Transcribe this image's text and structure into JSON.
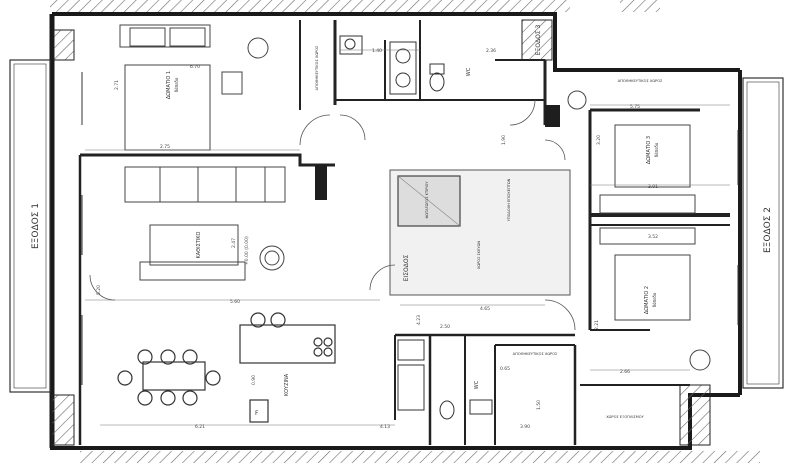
{
  "rooms": {
    "bedroom1": {
      "name": "ΔΩΜΑΤΙΟ 1",
      "sub": "δάπεδο"
    },
    "bedroom2": {
      "name": "ΔΩΜΑΤΙΟ 2",
      "sub": "δάπεδο"
    },
    "bedroom3": {
      "name": "ΔΩΜΑΤΙΟ 3",
      "sub": "δάπεδο"
    },
    "living": {
      "name": "ΚΑΘΙΣΤΙΚΟ"
    },
    "kitchen": {
      "name": "ΚΟΥΖΙΝΑ"
    },
    "wc_top": {
      "name": "WC"
    },
    "wc_bottom": {
      "name": "WC"
    },
    "storage_top": {
      "name": "ΑΠΟΘΗΚΕΥΤΙΚΟΣ ΧΩΡΟΣ"
    },
    "storage_bottom": {
      "name": "ΑΠΟΘΗΚΕΥΤΙΚΟΣ ΧΩΡΟΣ"
    },
    "storage_right": {
      "name": "ΑΠΟΘΗΚΕΥΤΙΚΟΣ ΧΩΡΟΣ"
    },
    "entrance": {
      "name": "ΕΙΣΟΔΟΣ"
    },
    "reception": {
      "name": "ΥΠΟΔΟΧΗ ΕΠΙΣΚΕΠΤΩΝ"
    },
    "shaft": {
      "name": "ΦΩΤΑΓΩΓΟΣ ΚΤΙΡΙΟΥ"
    },
    "utility": {
      "name": "ΧΩΡΟΣ ΣΚΕΥΩΝ"
    },
    "closet": {
      "name": "ΧΩΡΟΣ ΕΞΟΠΛΙΣΜΟΥ"
    }
  },
  "exits": {
    "exit1": "ΕΞΟΔΟΣ 1",
    "exit2": "ΕΞΟΔΟΣ 2",
    "exit3": "ΕΞΟΔΟΣ 3"
  },
  "dimensions": {
    "d1": "6.70",
    "d2": "2.71",
    "d3": "1.40",
    "d4": "2.36",
    "d5": "5.75",
    "d6": "3.20",
    "d7": "3.01",
    "d8": "3.52",
    "d9": "1.90",
    "d10": "4.65",
    "d11": "4.23",
    "d12": "2.50",
    "d13": "5.60",
    "d14": "2.75",
    "d15": "2.47",
    "d16": "0.90",
    "d17": "6.21",
    "d18": "4.13",
    "d19": "2.66",
    "d20": "0.65",
    "d21": "1.50",
    "d22": "3.90",
    "d23": "5.20",
    "d24": "2.21"
  },
  "notes": {
    "level": "+0.00 (0.00)",
    "fridge": "F"
  }
}
